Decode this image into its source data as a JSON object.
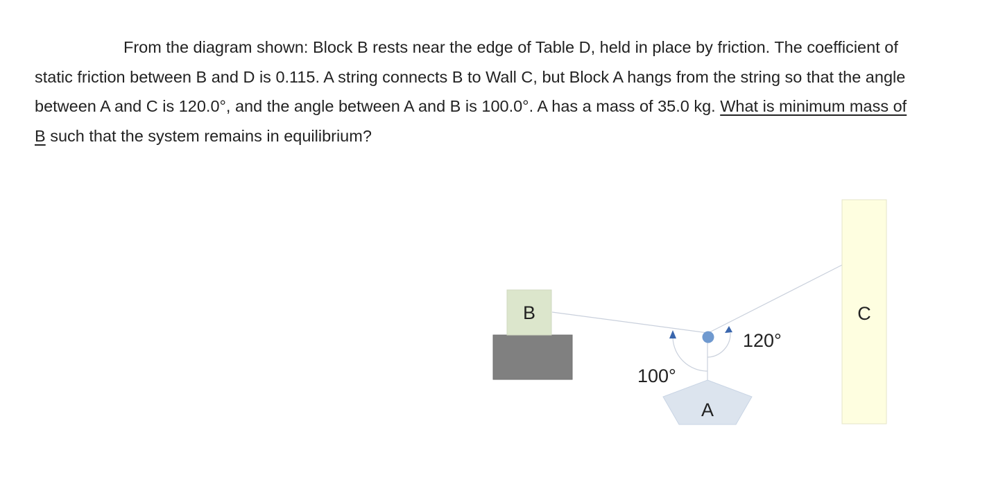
{
  "problem": {
    "intro": "From the diagram shown:  Block B rests near the edge of Table D, held in place by friction.  The coefficient of static friction between B and D is 0.115.  A string connects B to Wall C, but Block A hangs from the string so that the angle between A and C is 120.0°, and the angle between A and B is 100.0°.  A has a mass of 35.0 kg.  ",
    "question": "What is minimum mass of B",
    "outro": " such that the system remains in equilibrium?"
  },
  "diagram": {
    "block_b_label": "B",
    "wall_c_label": "C",
    "block_a_label": "A",
    "angle_ab_label": "100°",
    "angle_ac_label": "120°",
    "colors": {
      "block_b": "#dce6cc",
      "table_d": "#808080",
      "wall_c": "#fefee0",
      "block_a": "#dce4ee",
      "knot": "#6f99cf",
      "arrow": "#3a66ad",
      "string": "#c9d0dc"
    }
  }
}
